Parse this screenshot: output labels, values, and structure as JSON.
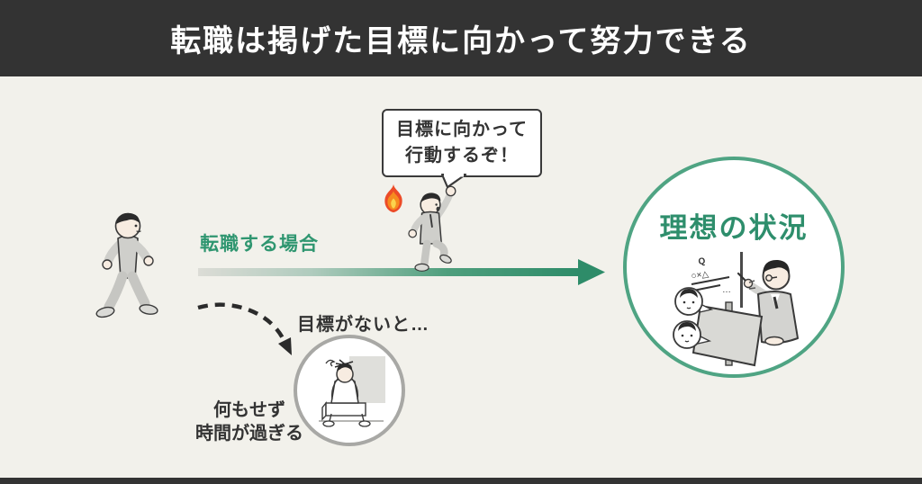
{
  "header": {
    "title": "転職は掲げた目標に向かって努力できる"
  },
  "speech_bubble": {
    "line1": "目標に向かって",
    "line2": "行動するぞ！"
  },
  "upper_path": {
    "label": "転職する場合"
  },
  "ideal_circle": {
    "title": "理想の状況",
    "board_mark_q": "Q",
    "board_marks": "○×△",
    "board_dots": "…"
  },
  "lower_path": {
    "label": "目標がないと…",
    "caption_line1": "何もせず",
    "caption_line2": "時間が過ぎる"
  },
  "colors": {
    "background": "#F2F1EB",
    "header_bg": "#333333",
    "header_text": "#FFFFFF",
    "accent_green": "#2F9670",
    "ideal_title_green": "#2E8E6C",
    "circle_border_green": "#4FA483",
    "arrow_green": "#2E8C69",
    "arrow_gradient_start": "#DCDCD6",
    "gray_circle_border": "#A8A8A5",
    "ink": "#333333",
    "flame_red": "#EC4B27",
    "flame_orange": "#F68B1F",
    "flame_yellow": "#FBD34D"
  },
  "icons": {
    "flame": "flame-icon",
    "walking_person": "walking-person-illustration",
    "cheering_person": "cheering-person-illustration",
    "presentation_scene": "presentation-illustration",
    "dejected_person": "dejected-person-illustration",
    "forward_arrow": "forward-gradient-arrow",
    "dashed_arrow": "dashed-curved-arrow"
  }
}
